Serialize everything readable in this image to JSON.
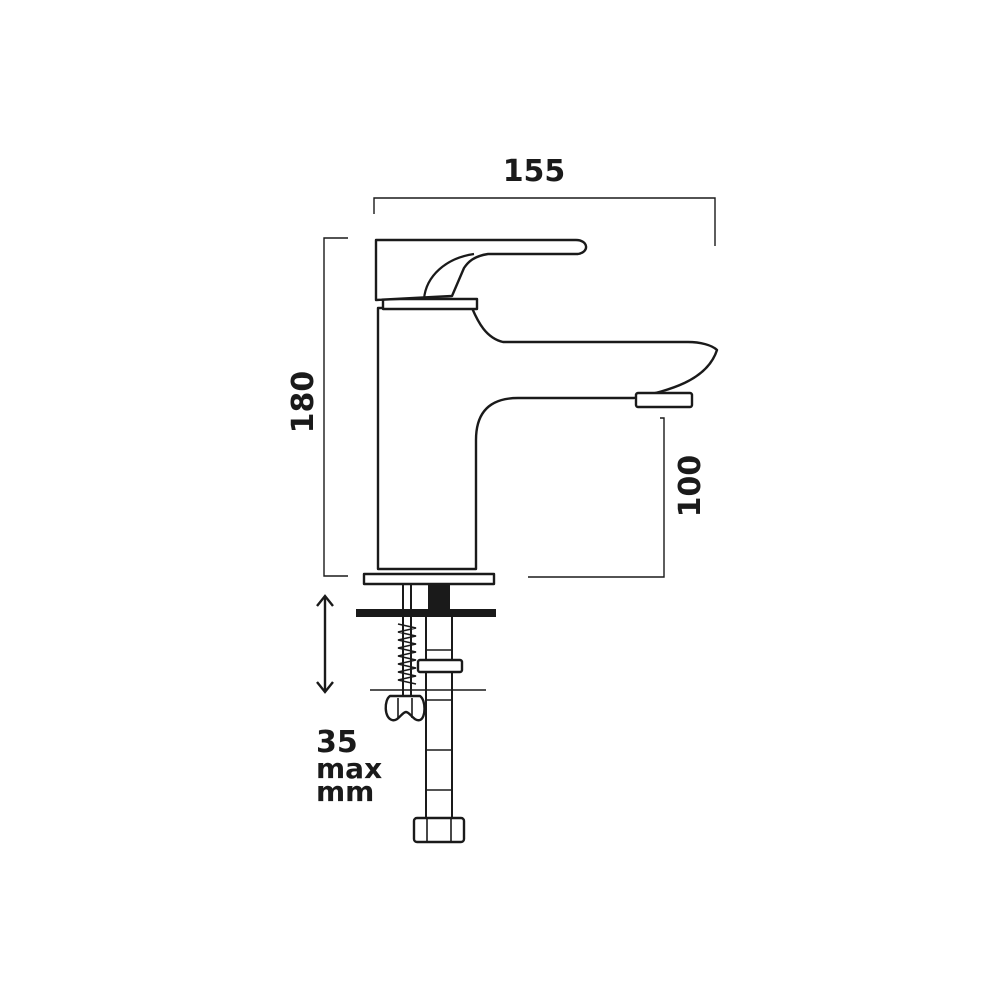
{
  "dimensions": {
    "overall_width": "155",
    "overall_height": "180",
    "spout_height": "100",
    "max_thickness_value": "35",
    "max_thickness_word": "max",
    "max_thickness_unit": "mm"
  },
  "colors": {
    "ink": "#1a1a1a",
    "background": "#ffffff"
  }
}
